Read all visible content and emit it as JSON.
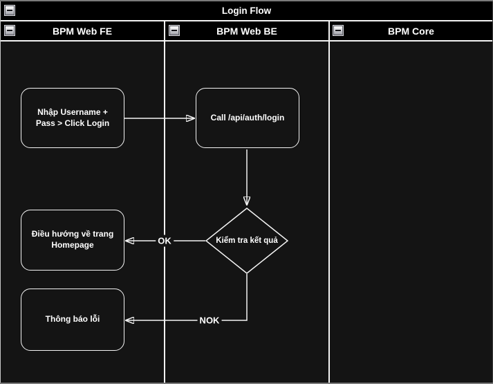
{
  "pool": {
    "title": "Login Flow",
    "lanes": [
      {
        "label": "BPM Web FE"
      },
      {
        "label": "BPM Web BE"
      },
      {
        "label": "BPM Core"
      }
    ],
    "collapse_icon": "minus-icon"
  },
  "nodes": {
    "enter_credentials": {
      "label": "Nhập Username + Pass > Click Login",
      "type": "rounded-rect"
    },
    "call_login_api": {
      "label": "Call /api/auth/login",
      "type": "rounded-rect"
    },
    "check_result": {
      "label": "Kiểm tra kết quả",
      "type": "decision-diamond"
    },
    "redirect_homepage": {
      "label": "Điều hướng về trang Homepage",
      "type": "rounded-rect"
    },
    "error_message": {
      "label": "Thông báo lỗi",
      "type": "rounded-rect"
    }
  },
  "edges": {
    "ok_label": "OK",
    "nok_label": "NOK"
  },
  "colors": {
    "canvas_bg": "#141414",
    "band_bg": "#000000",
    "line": "#f5f5f5",
    "text": "#ffffff",
    "outer_border": "#7a7a7a"
  }
}
